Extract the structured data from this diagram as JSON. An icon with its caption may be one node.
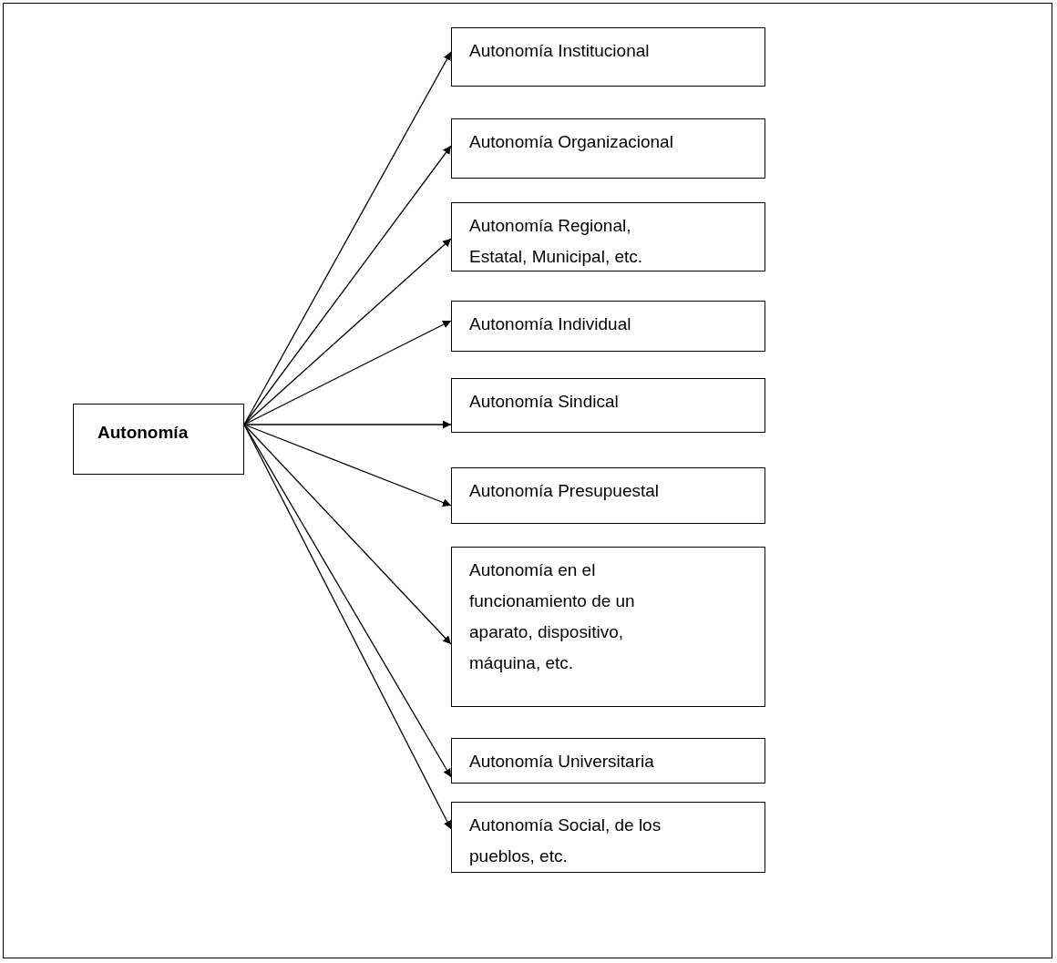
{
  "diagram": {
    "nodes": [
      {
        "text": [
          "Autonomía"
        ]
      },
      {
        "text": [
          "Autonomía Institucional"
        ]
      },
      {
        "text": [
          "Autonomía Organizacional"
        ]
      },
      {
        "text": [
          "Autonomía Regional, Estatal, Municipal, etc."
        ]
      },
      {
        "text": [
          "Autonomía Individual"
        ]
      },
      {
        "text": [
          "Autonomía Sindical"
        ]
      },
      {
        "text": [
          "Autonomía Presupuestal"
        ]
      },
      {
        "text": [
          "Autonomía en el funcionamiento de un aparato, dispositivo, máquina, etc."
        ]
      },
      {
        "text": [
          "Autonomía Universitaria"
        ]
      },
      {
        "text": [
          "Autonomía Social, de los pueblos, etc."
        ]
      }
    ],
    "edges": [
      {
        "from": 0,
        "to": 1,
        "arrow": "to"
      },
      {
        "from": 0,
        "to": 2,
        "arrow": "to"
      },
      {
        "from": 0,
        "to": 3,
        "arrow": "to"
      },
      {
        "from": 0,
        "to": 4,
        "arrow": "to"
      },
      {
        "from": 0,
        "to": 5,
        "arrow": "to"
      },
      {
        "from": 0,
        "to": 6,
        "arrow": "to"
      },
      {
        "from": 0,
        "to": 7,
        "arrow": "to"
      },
      {
        "from": 0,
        "to": 8,
        "arrow": "to"
      },
      {
        "from": 0,
        "to": 9,
        "arrow": "to"
      }
    ]
  }
}
